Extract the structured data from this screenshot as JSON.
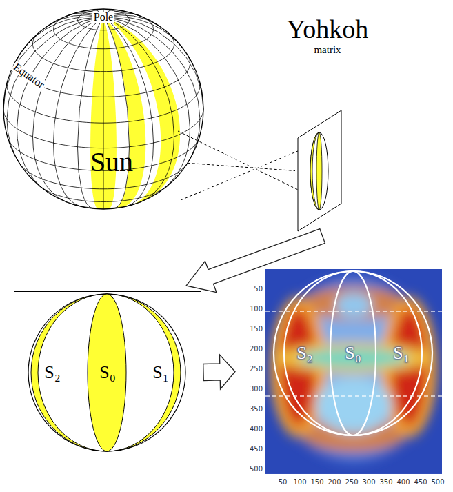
{
  "diagram": {
    "nodes": [
      {
        "text": [
          "Pole",
          "Equator",
          "Sun"
        ]
      },
      {
        "text": [
          "Yohkoh",
          "matrix"
        ]
      },
      {
        "text": [
          "S₂",
          "S₀",
          "S₁"
        ]
      },
      {
        "text": [
          "S₂",
          "S₀",
          "S₁"
        ]
      }
    ],
    "edges": [
      {
        "from": 0,
        "to": 1,
        "arrow": "none"
      },
      {
        "from": 1,
        "to": 2,
        "arrow": "to"
      },
      {
        "from": 2,
        "to": 3,
        "arrow": "to"
      }
    ],
    "labels": [
      "50",
      "100",
      "150",
      "200",
      "250",
      "300",
      "350",
      "400",
      "450",
      "500",
      "50",
      "100",
      "150",
      "200",
      "250",
      "300",
      "350",
      "400",
      "450",
      "500"
    ]
  }
}
